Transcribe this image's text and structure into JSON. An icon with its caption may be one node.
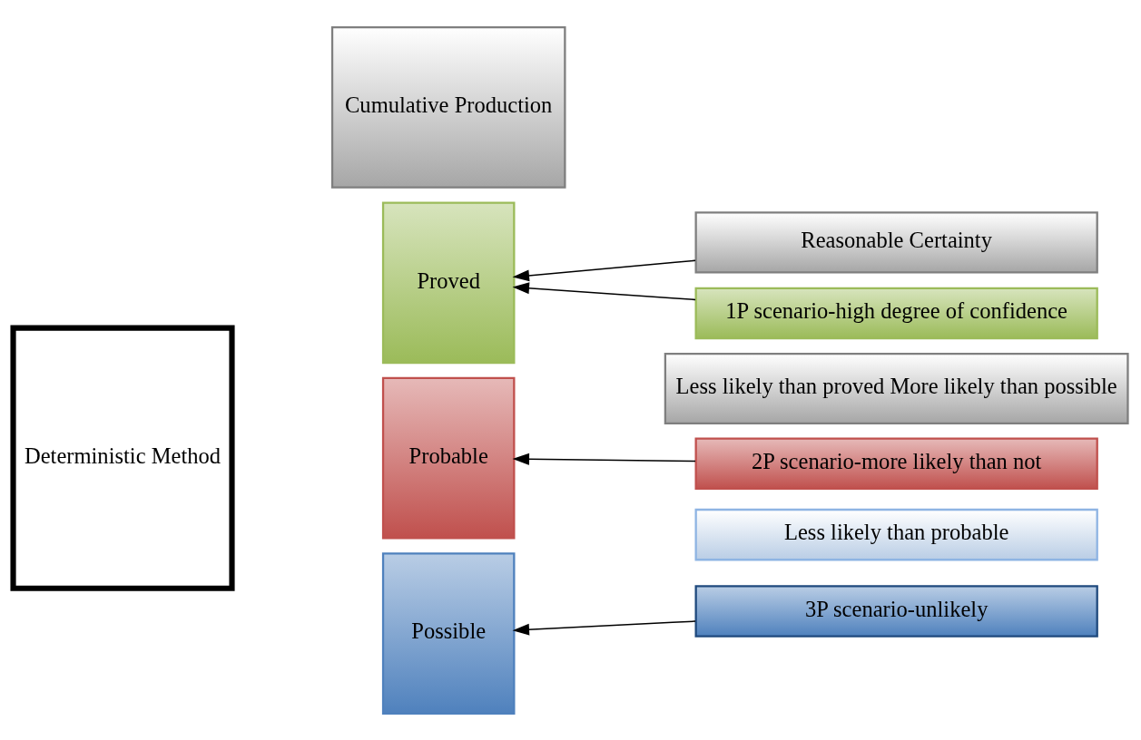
{
  "diagram": {
    "nodes": [
      {
        "text": [
          "Deterministic Method"
        ]
      },
      {
        "text": [
          "Cumulative Production"
        ]
      },
      {
        "text": [
          "Proved"
        ]
      },
      {
        "text": [
          "Probable"
        ]
      },
      {
        "text": [
          "Possible"
        ]
      },
      {
        "text": [
          "Reasonable Certainty"
        ]
      },
      {
        "text": [
          "1P scenario-high degree of confidence"
        ]
      },
      {
        "text": [
          "Less likely than proved More likely than possible"
        ]
      },
      {
        "text": [
          "2P scenario-more likely than not"
        ]
      },
      {
        "text": [
          "Less likely than probable"
        ]
      },
      {
        "text": [
          "3P scenario-unlikely"
        ]
      }
    ],
    "edges": [
      {
        "from": 5,
        "to": 2,
        "arrow": "to"
      },
      {
        "from": 6,
        "to": 2,
        "arrow": "to"
      },
      {
        "from": 8,
        "to": 3,
        "arrow": "to"
      },
      {
        "from": 10,
        "to": 4,
        "arrow": "to"
      }
    ]
  }
}
